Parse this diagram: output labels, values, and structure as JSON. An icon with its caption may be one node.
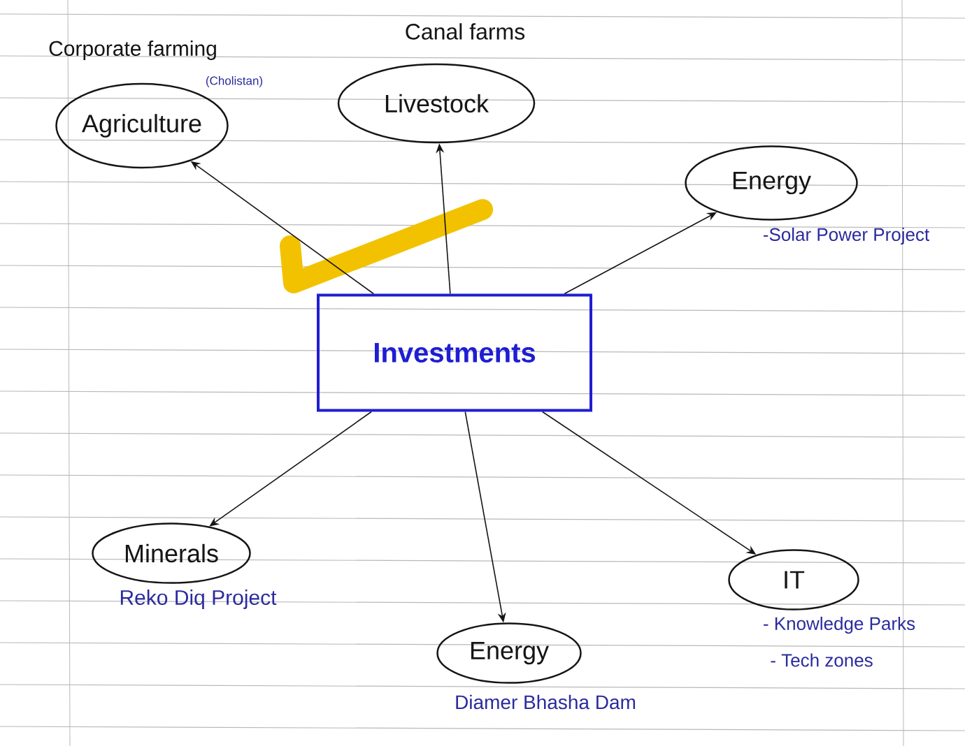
{
  "diagram": {
    "nodes": [
      {
        "text": [
          "Agriculture"
        ],
        "beside": [
          "Corporate farming",
          "(Cholistan)"
        ]
      },
      {
        "text": [
          "Livestock"
        ],
        "beside": [
          "Canal farms"
        ]
      },
      {
        "text": [
          "Energy"
        ],
        "beside": [
          "-Solar Power Project"
        ]
      },
      {
        "text": [
          "Investments"
        ]
      },
      {
        "text": [
          "Minerals"
        ],
        "beside": [
          "Reko Diq Project"
        ]
      },
      {
        "text": [
          "Energy"
        ],
        "beside": [
          "Diamer Bhasha Dam"
        ]
      },
      {
        "text": [
          "IT"
        ],
        "beside": [
          "- Knowledge Parks",
          "- Tech zones"
        ]
      }
    ],
    "edges": [
      {
        "from": 3,
        "to": 0,
        "arrow": "to"
      },
      {
        "from": 3,
        "to": 1,
        "arrow": "to"
      },
      {
        "from": 3,
        "to": 2,
        "arrow": "to"
      },
      {
        "from": 3,
        "to": 4,
        "arrow": "to"
      },
      {
        "from": 3,
        "to": 5,
        "arrow": "to"
      },
      {
        "from": 3,
        "to": 6,
        "arrow": "to"
      }
    ]
  }
}
